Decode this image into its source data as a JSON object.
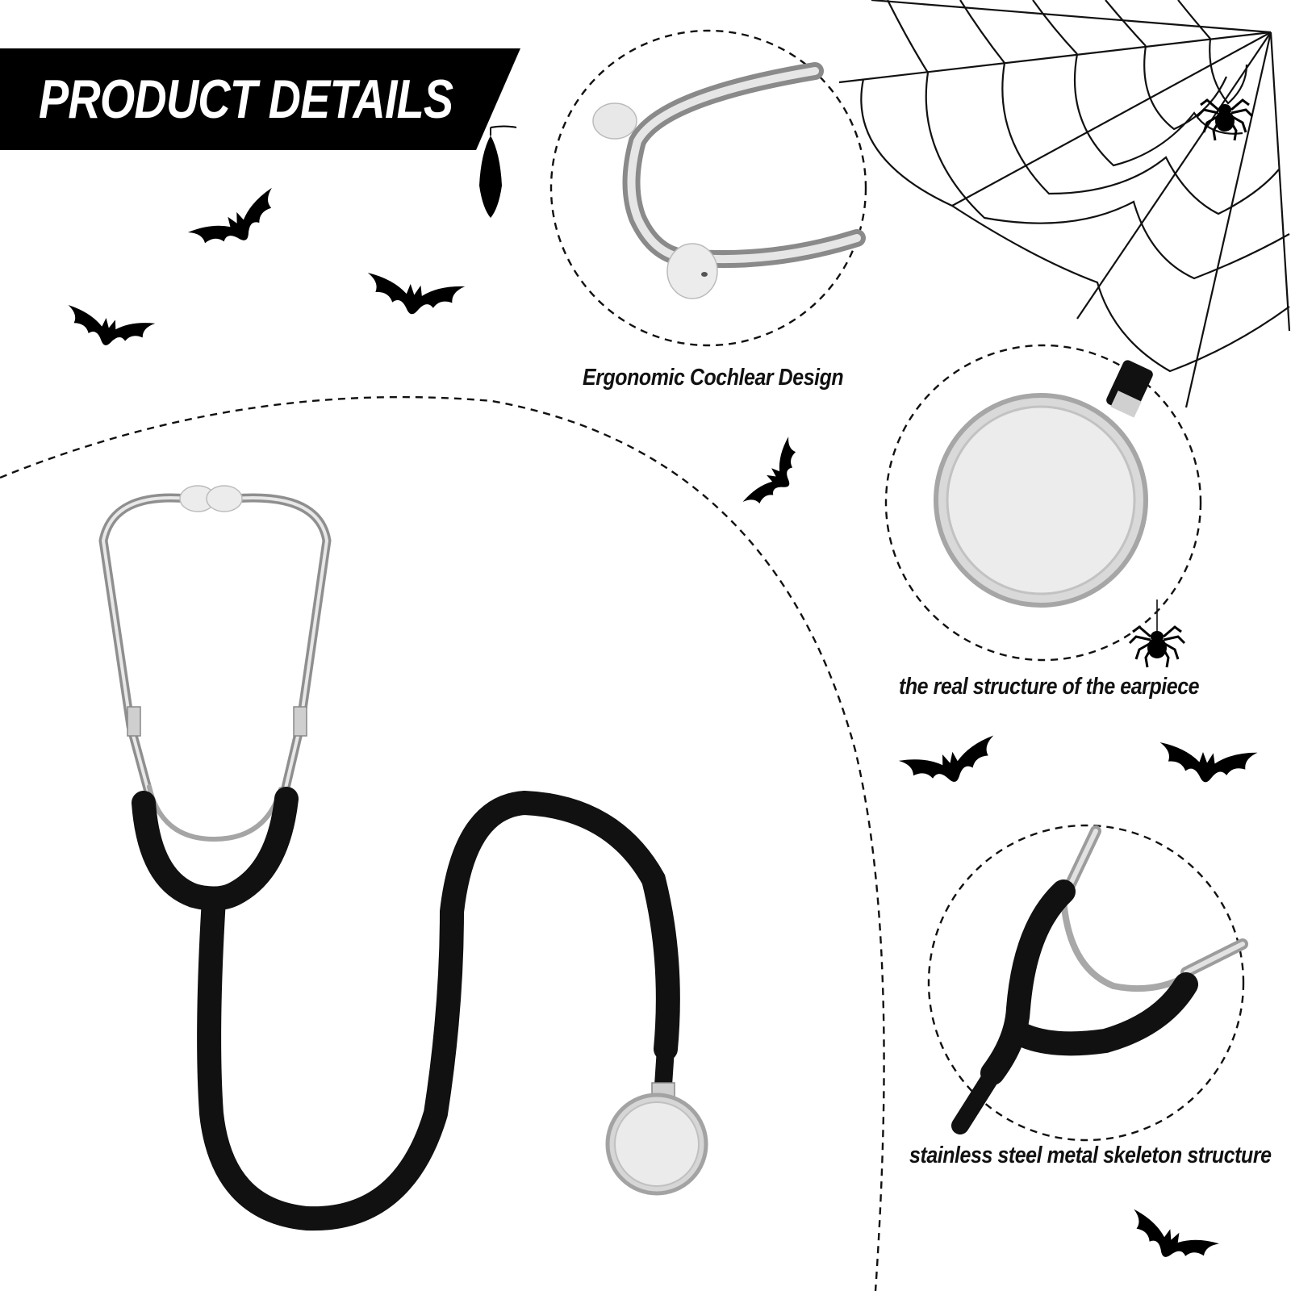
{
  "banner": {
    "title": "PRODUCT DETAILS"
  },
  "captions": {
    "earpiece_tips": "Ergonomic Cochlear Design",
    "chestpiece": "the real structure of the earpiece",
    "skeleton": "stainless steel metal skeleton structure"
  },
  "colors": {
    "banner_bg": "#000000",
    "banner_text": "#ffffff",
    "tubing": "#111111",
    "steel": "#c8c8c8",
    "ear_tip": "#ededed"
  },
  "icons": [
    "bat-icon",
    "spider-icon",
    "spider-web-icon",
    "stethoscope-image"
  ]
}
